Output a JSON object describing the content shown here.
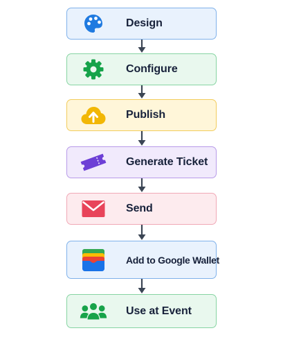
{
  "steps": [
    {
      "label": "Design",
      "icon": "palette-icon",
      "color": "#1f7ae0"
    },
    {
      "label": "Configure",
      "icon": "gear-icon",
      "color": "#16a34a"
    },
    {
      "label": "Publish",
      "icon": "cloud-upload-icon",
      "color": "#f2b705"
    },
    {
      "label": "Generate Ticket",
      "icon": "ticket-icon",
      "color": "#6d3fd6"
    },
    {
      "label": "Send",
      "icon": "mail-icon",
      "color": "#e8445a"
    },
    {
      "label": "Add to Google Wallet",
      "icon": "google-wallet-icon",
      "color": "#1a73e8"
    },
    {
      "label": "Use at Event",
      "icon": "people-icon",
      "color": "#18a34a"
    }
  ],
  "connector_color": "#3b4554"
}
